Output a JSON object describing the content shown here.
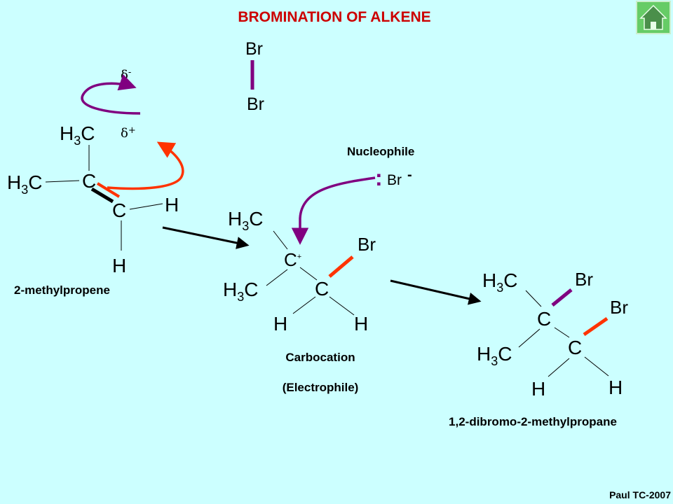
{
  "title": "BROMINATION OF ALKENE",
  "home_button": {
    "icon": "home-icon"
  },
  "credit": "Paul TC-2007",
  "colors": {
    "background": "#ccffff",
    "title": "#cc0000",
    "purple": "#800080",
    "orange": "#ff3300",
    "home_bg": "#66cc66"
  },
  "bromine_molecule": {
    "top": "Br",
    "bottom": "Br"
  },
  "charges": {
    "delta_minus_base": "δ",
    "delta_minus_sup": "-",
    "delta_plus_base": "δ",
    "delta_plus_sup": "+"
  },
  "reactant": {
    "methyl_top": {
      "h": "H",
      "sub": "3",
      "c": "C"
    },
    "methyl_left": {
      "h": "H",
      "sub": "3",
      "c": "C"
    },
    "c1": "C",
    "c2": "C",
    "h_right": "H",
    "h_bottom": "H",
    "name": "2-methylpropene"
  },
  "nucleophile": {
    "label": "Nucleophile",
    "lone_pair": ":",
    "atom": "Br",
    "charge": "-"
  },
  "carbocation": {
    "methyl_top": {
      "h": "H",
      "sub": "3",
      "c": "C"
    },
    "methyl_bottom": {
      "h": "H",
      "sub": "3",
      "c": "C"
    },
    "c_plus": "C",
    "plus": "+",
    "c2": "C",
    "br": "Br",
    "h_left": "H",
    "h_right": "H",
    "name_line1": "Carbocation",
    "name_line2": "(Electrophile)"
  },
  "product": {
    "methyl_top": {
      "h": "H",
      "sub": "3",
      "c": "C"
    },
    "methyl_bottom": {
      "h": "H",
      "sub": "3",
      "c": "C"
    },
    "c1": "C",
    "c2": "C",
    "br1": "Br",
    "br2": "Br",
    "h_left": "H",
    "h_right": "H",
    "name": "1,2-dibromo-2-methylpropane"
  }
}
